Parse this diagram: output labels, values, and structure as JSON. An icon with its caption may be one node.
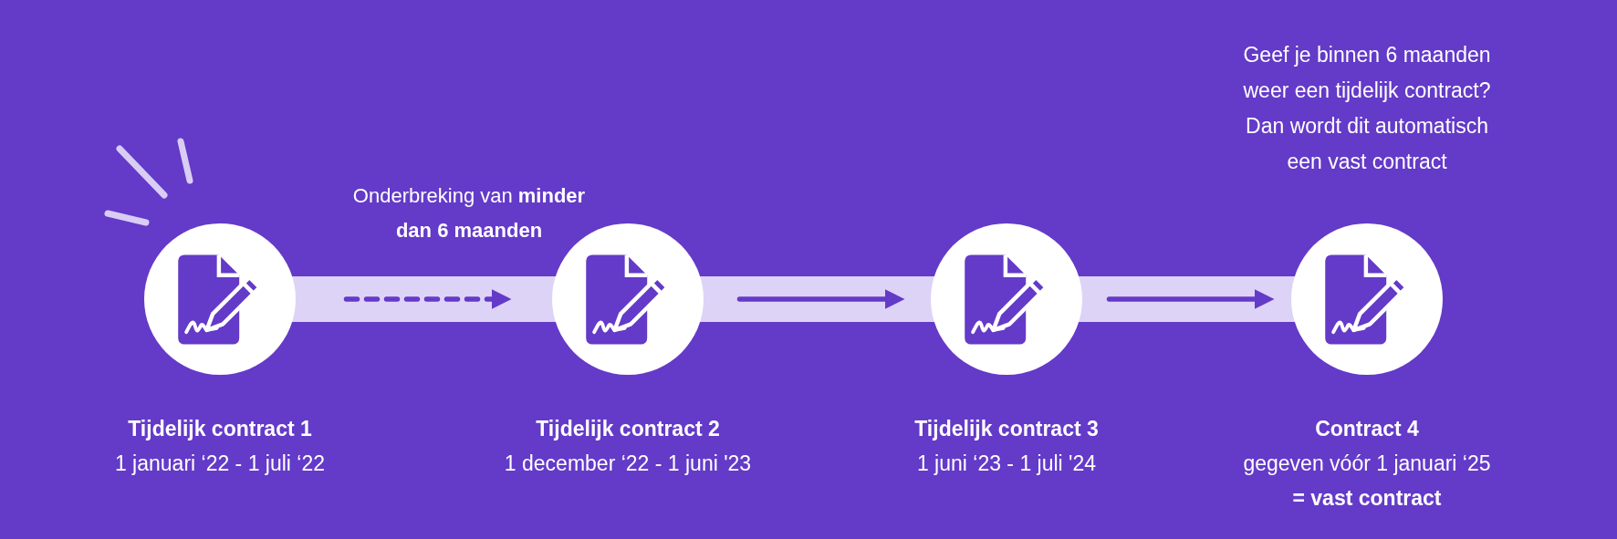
{
  "diagram": {
    "nodes": [
      {
        "text": [
          "Tijdelijk contract 1",
          "1 januari ‘22 - 1 juli ‘22"
        ]
      },
      {
        "text": [
          "Tijdelijk contract 2",
          "1 december ‘22 - 1 juni '23"
        ]
      },
      {
        "text": [
          "Tijdelijk contract 3",
          "1 juni ‘23 - 1 juli '24"
        ]
      },
      {
        "text": [
          "Contract 4",
          "gegeven vóór 1 januari ‘25 **= vast contract**"
        ],
        "beside": [
          "Geef je binnen 6 maanden weer een tijdelijk contract? Dan wordt dit automatisch een vast contract"
        ]
      }
    ],
    "edges": [
      {
        "from": 0,
        "to": 1,
        "arrow": "to",
        "style": "dashed",
        "label": "Onderbreking van **minder dan 6 maanden**"
      },
      {
        "from": 1,
        "to": 2,
        "arrow": "to"
      },
      {
        "from": 2,
        "to": 3,
        "arrow": "to"
      }
    ]
  }
}
